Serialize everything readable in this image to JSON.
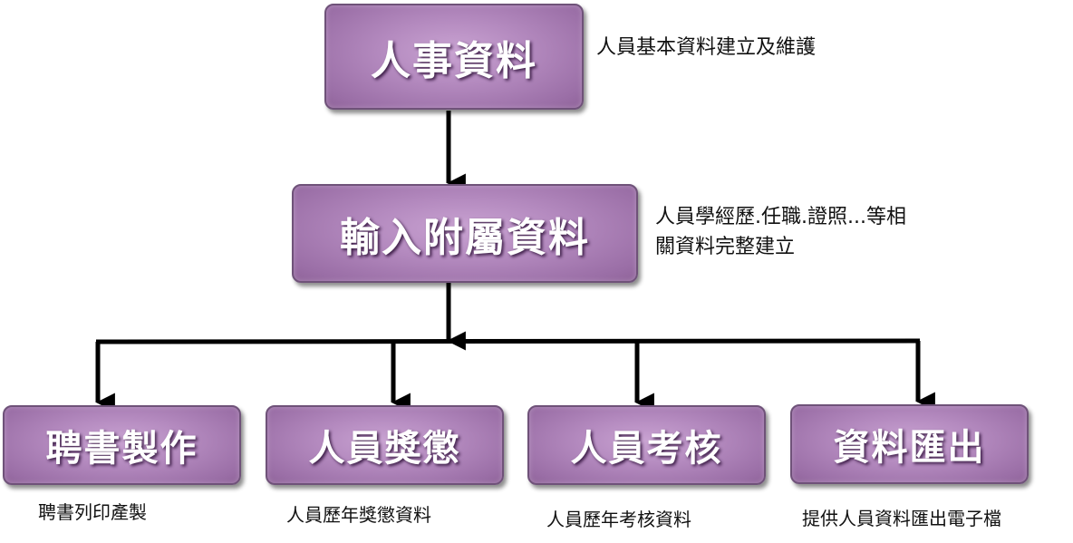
{
  "top": {
    "label": "人事資料",
    "desc": "人員基本資料建立及維護"
  },
  "middle": {
    "label": "輸入附屬資料",
    "desc_line1": "人員學經歷.任職.證照...等相",
    "desc_line2": "關資料完整建立"
  },
  "children": [
    {
      "label": "聘書製作",
      "desc": "聘書列印產製"
    },
    {
      "label": "人員獎懲",
      "desc": "人員歷年獎懲資料"
    },
    {
      "label": "人員考核",
      "desc": "人員歷年考核資料"
    },
    {
      "label": "資料匯出",
      "desc": "提供人員資料匯出電子檔"
    }
  ],
  "colors": {
    "box_fill": "#b48abf",
    "box_border": "#6f5279",
    "connector": "#000000"
  }
}
